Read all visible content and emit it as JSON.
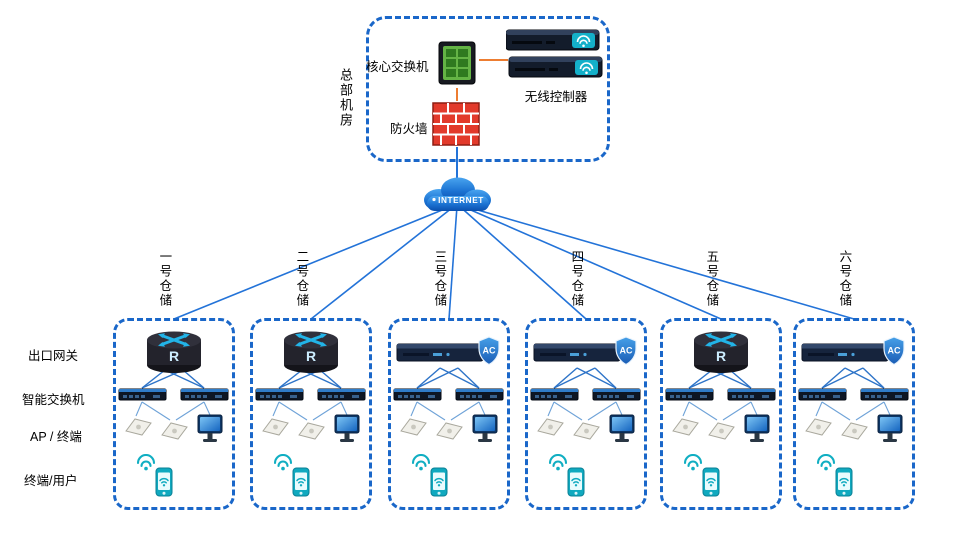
{
  "hq": {
    "label": "总部机房",
    "devices": {
      "core_switch": "核心交换机",
      "wireless_controller": "无线控制器",
      "firewall": "防火墙"
    }
  },
  "internet": {
    "label": "INTERNET"
  },
  "rows": {
    "gateway": "出口网关",
    "switch": "智能交换机",
    "ap": "AP / 终端",
    "user": "终端/用户"
  },
  "badges": {
    "router": "R",
    "ac": "AC"
  },
  "warehouses": [
    {
      "label": "一号仓储",
      "gateway_type": "router"
    },
    {
      "label": "二号仓储",
      "gateway_type": "router"
    },
    {
      "label": "三号仓储",
      "gateway_type": "ac"
    },
    {
      "label": "四号仓储",
      "gateway_type": "ac"
    },
    {
      "label": "五号仓储",
      "gateway_type": "router"
    },
    {
      "label": "六号仓储",
      "gateway_type": "ac"
    }
  ],
  "colors": {
    "dashed_border": "#1A67C9",
    "branch_line": "#2373D8",
    "hq_link_line": "#ED7D31",
    "teal_accent": "#10AEC2",
    "firewall_red": "#E23A2B"
  }
}
